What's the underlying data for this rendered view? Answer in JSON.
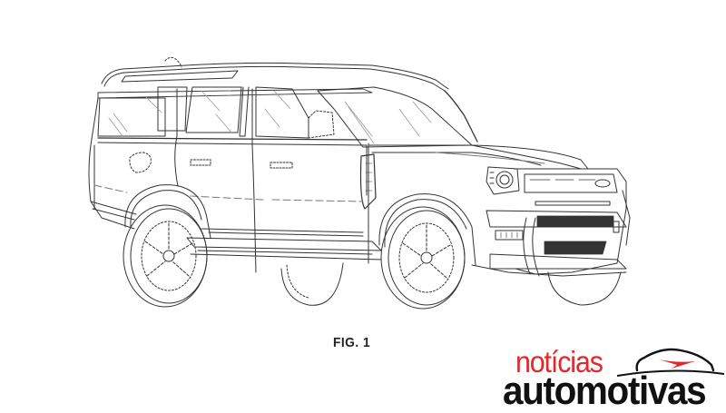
{
  "figure": {
    "caption": "FIG. 1",
    "subject": "patent line drawing of a five-door SUV, front three-quarter view",
    "line_color": "#333333",
    "background": "#ffffff"
  },
  "watermark": {
    "line1": "notícias",
    "line2": "automotivas",
    "line1_color": "#e0282f",
    "line2_color": "#111111",
    "icon": "car-silhouette-icon",
    "icon_accent": "#e0282f"
  }
}
